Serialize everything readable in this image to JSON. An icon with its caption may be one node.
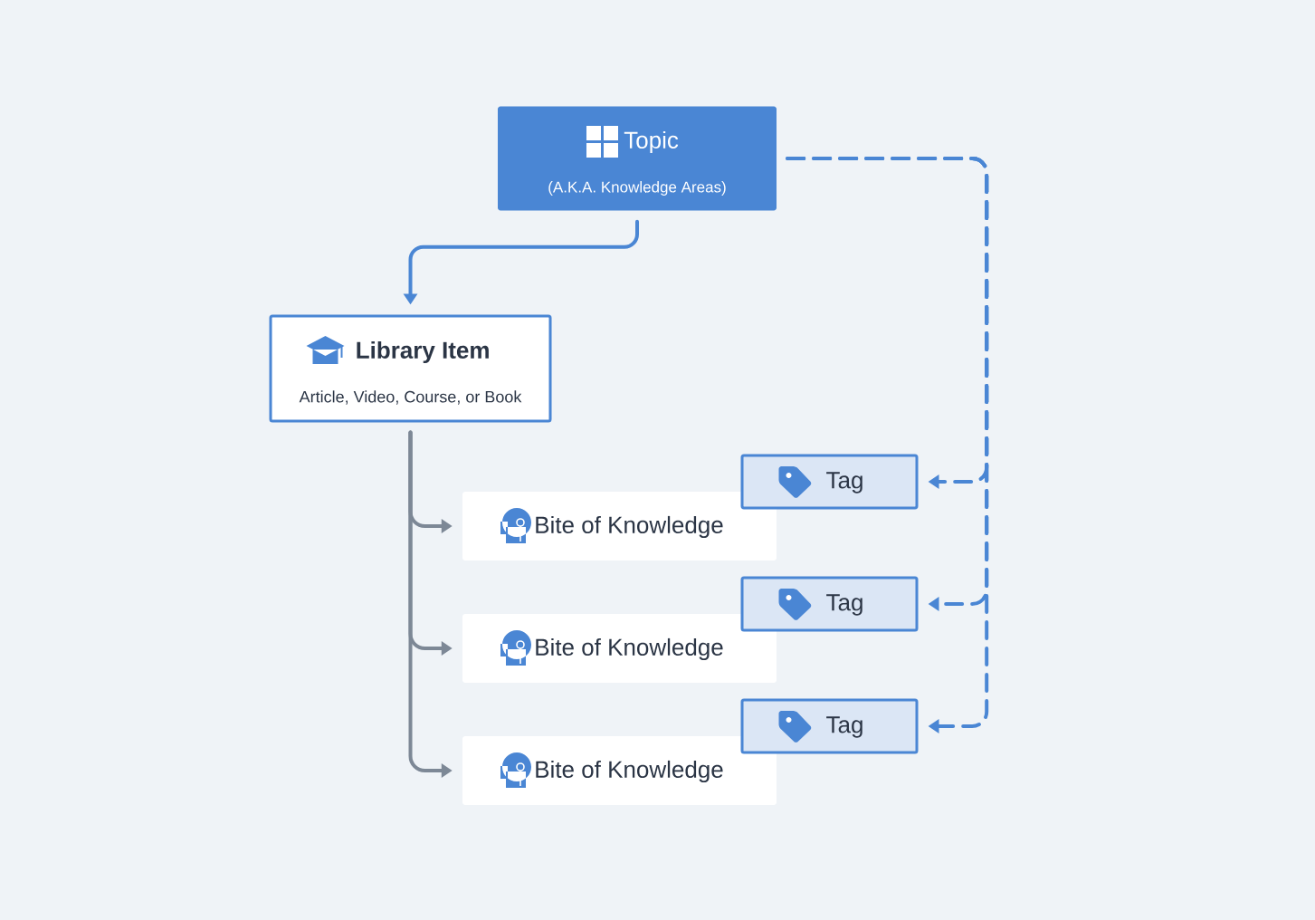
{
  "diagram": {
    "nodes": [
      {
        "text": [
          "Topic",
          "(A.K.A. Knowledge Areas)"
        ]
      },
      {
        "text": [
          "Library Item",
          "Article, Video, Course, or Book"
        ]
      },
      {
        "text": [
          "Bite of Knowledge"
        ]
      },
      {
        "text": [
          "Bite of Knowledge"
        ]
      },
      {
        "text": [
          "Bite of Knowledge"
        ]
      },
      {
        "text": [
          "Tag"
        ]
      },
      {
        "text": [
          "Tag"
        ]
      },
      {
        "text": [
          "Tag"
        ]
      }
    ],
    "edges": [
      {
        "from": 0,
        "to": 1,
        "arrow": "to"
      },
      {
        "from": 1,
        "to": 2,
        "arrow": "to",
        "color": "#7d8896"
      },
      {
        "from": 1,
        "to": 3,
        "arrow": "to",
        "color": "#7d8896"
      },
      {
        "from": 1,
        "to": 4,
        "arrow": "to",
        "color": "#7d8896"
      },
      {
        "from": 0,
        "to": 5,
        "arrow": "to",
        "style": "dashed"
      },
      {
        "from": 0,
        "to": 6,
        "arrow": "to",
        "style": "dashed"
      },
      {
        "from": 0,
        "to": 7,
        "arrow": "to",
        "style": "dashed"
      }
    ]
  }
}
